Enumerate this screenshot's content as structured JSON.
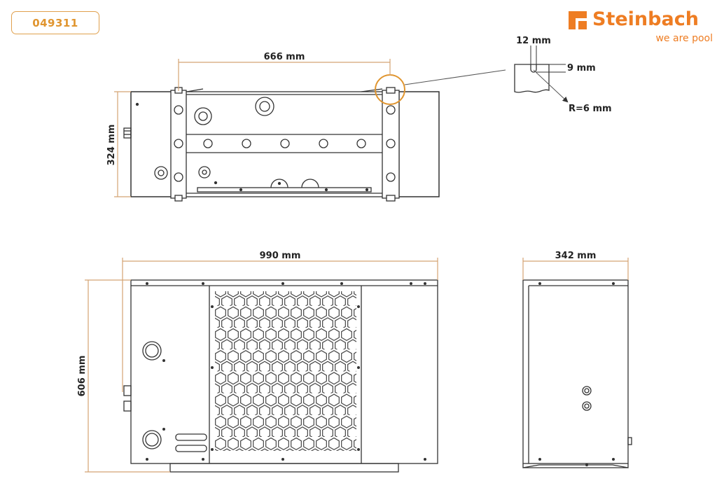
{
  "product_code": "049311",
  "brand": {
    "name": "Steinbach",
    "tagline": "we are pool",
    "color": "#ee7d23"
  },
  "dimensions": {
    "top_width": "666 mm",
    "top_depth": "324 mm",
    "front_width": "990 mm",
    "front_height": "606 mm",
    "side_depth": "342 mm"
  },
  "detail": {
    "slot_width": "12 mm",
    "slot_depth": "9 mm",
    "radius": "R=6 mm"
  },
  "colors": {
    "dimension_line": "#d4a373",
    "outline": "#333333",
    "accent": "#e0952f"
  }
}
